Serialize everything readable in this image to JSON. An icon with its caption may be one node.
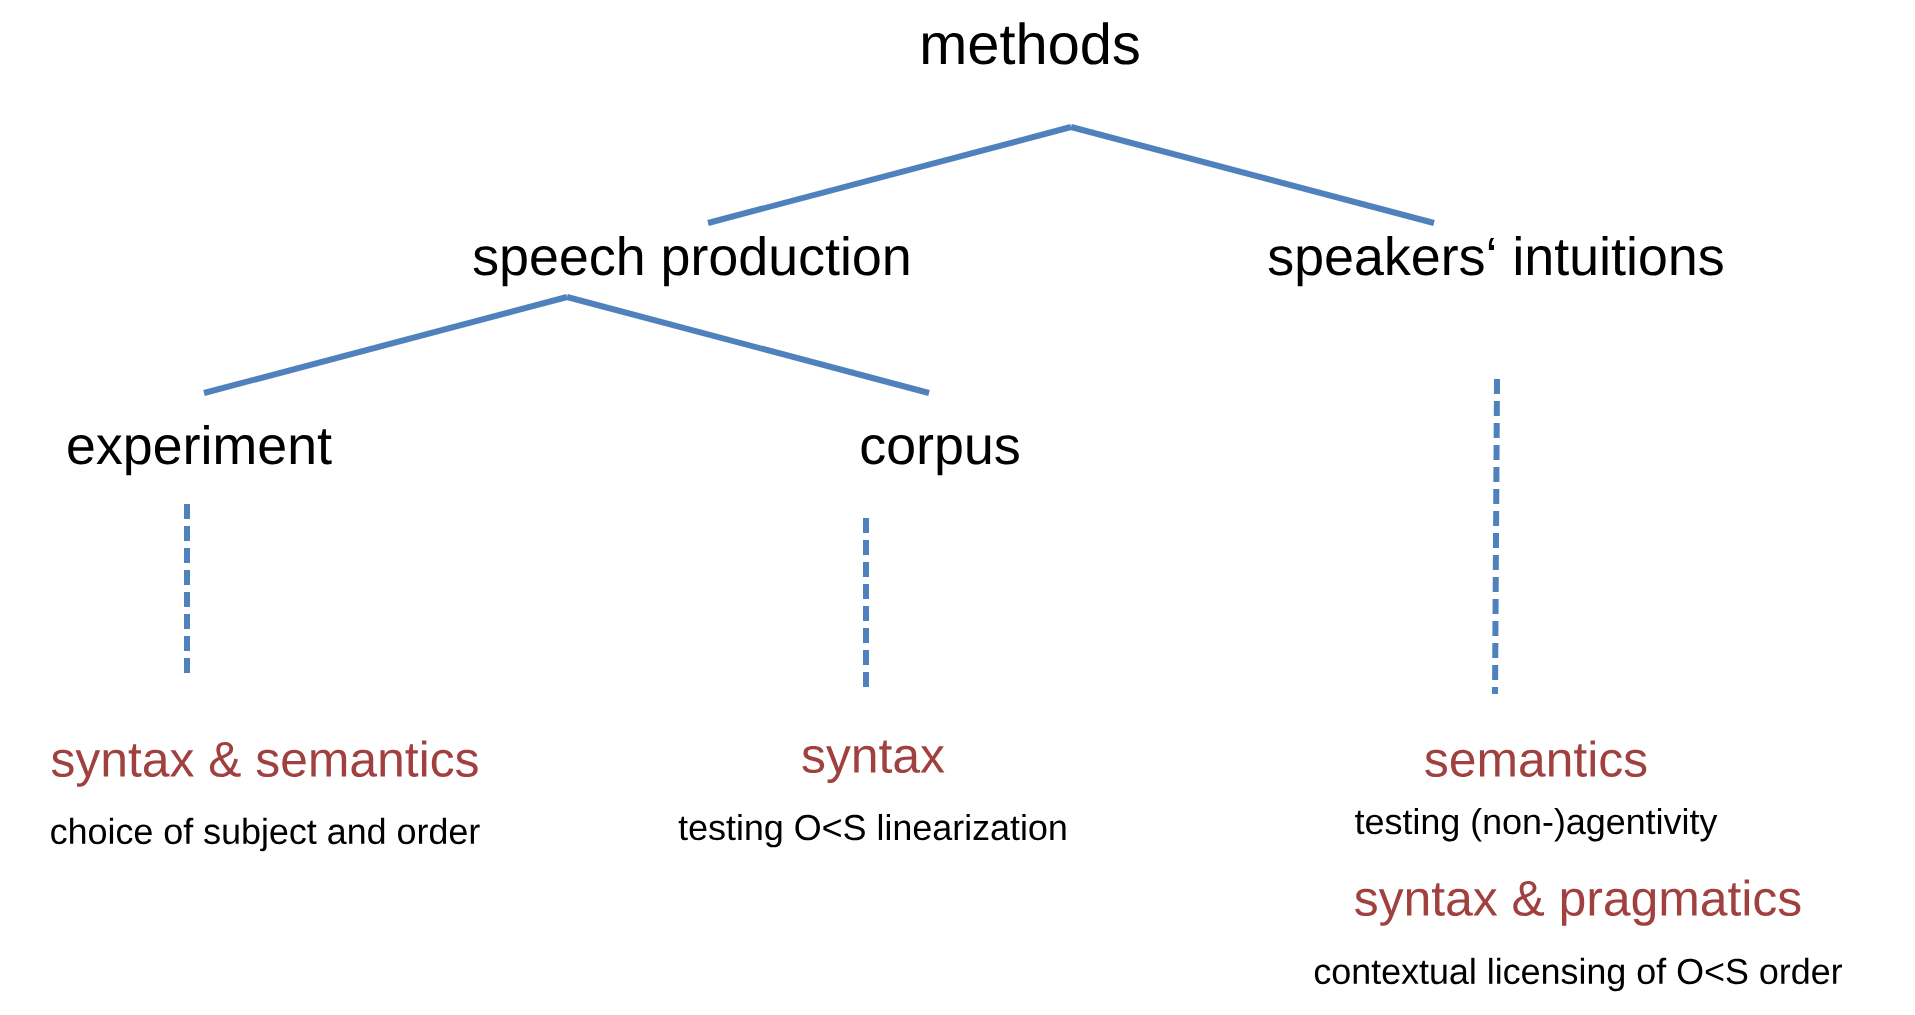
{
  "diagram": {
    "nodes": [
      {
        "text": [
          "methods"
        ]
      },
      {
        "text": [
          "speech production"
        ]
      },
      {
        "text": [
          "speakers‘ intuitions"
        ]
      },
      {
        "text": [
          "experiment"
        ]
      },
      {
        "text": [
          "corpus"
        ]
      },
      {
        "text": [
          "syntax & semantics",
          "choice of subject and order"
        ]
      },
      {
        "text": [
          "syntax",
          "testing O<S linearization"
        ]
      },
      {
        "text": [
          "semantics",
          "testing (non-)agentivity",
          "syntax & pragmatics",
          "contextual licensing of O<S order"
        ]
      }
    ],
    "edges": [
      {
        "from": 0,
        "to": 1,
        "arrow": "none"
      },
      {
        "from": 0,
        "to": 2,
        "arrow": "none"
      },
      {
        "from": 1,
        "to": 3,
        "arrow": "none"
      },
      {
        "from": 1,
        "to": 4,
        "arrow": "none"
      },
      {
        "from": 3,
        "to": 5,
        "arrow": "none",
        "style": "dashed"
      },
      {
        "from": 4,
        "to": 6,
        "arrow": "none",
        "style": "dashed"
      },
      {
        "from": 2,
        "to": 7,
        "arrow": "none",
        "style": "dashed"
      }
    ]
  }
}
